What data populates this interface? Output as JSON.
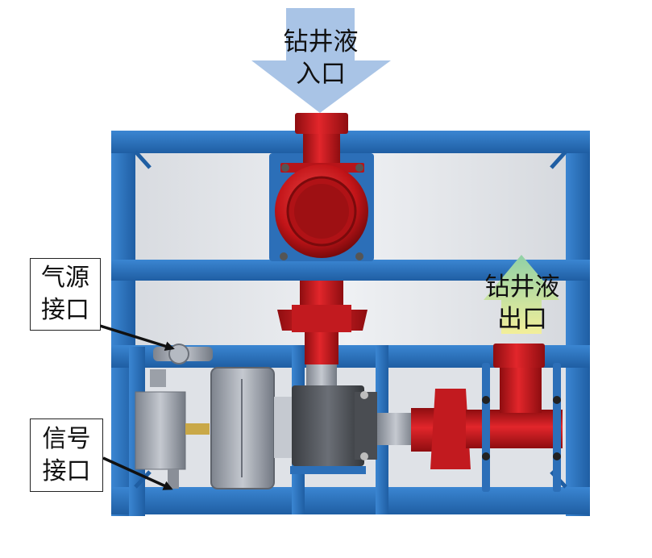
{
  "labels": {
    "inlet": {
      "line1": "钻井液",
      "line2": "入口"
    },
    "outlet": {
      "line1": "钻井液",
      "line2": "出口"
    },
    "air_port": {
      "line1": "气源",
      "line2": "接口"
    },
    "signal_port": {
      "line1": "信号",
      "line2": "接口"
    }
  },
  "colors": {
    "frame_blue": "#2f78c4",
    "frame_dark": "#1f5ea3",
    "valve_red": "#d4191f",
    "valve_dark": "#8e0d10",
    "inlet_arrow": "#a9c4e6",
    "outlet_arrow_top": "#8fd0a6",
    "outlet_arrow_bottom": "#f3ef9a",
    "actuator_gray": "#9aa0ab",
    "panel_bg": "#e4e6ea"
  }
}
